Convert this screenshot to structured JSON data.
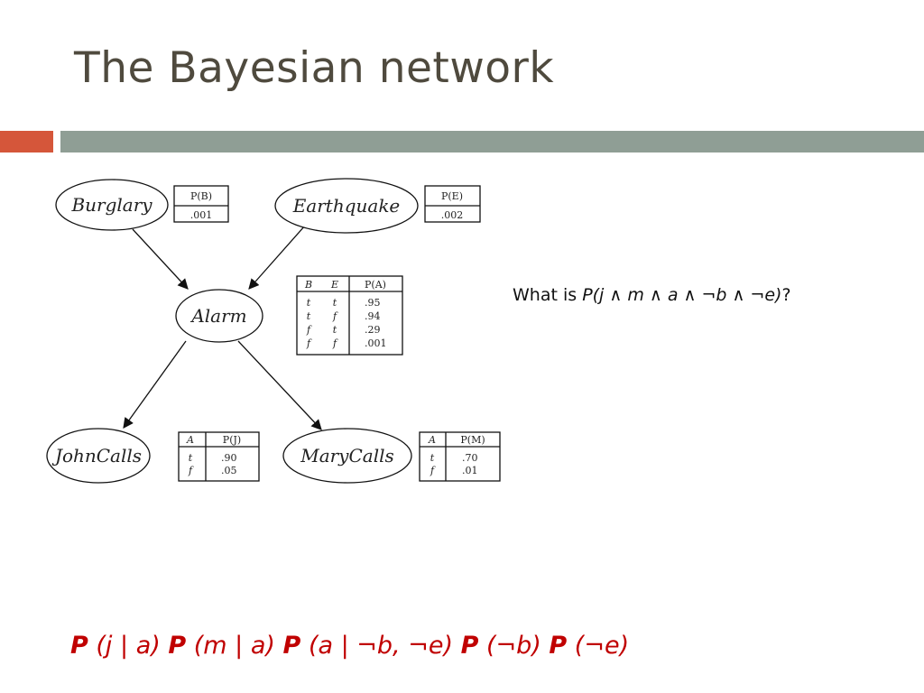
{
  "slide": {
    "title": "The Bayesian network",
    "accent_color": "#d5563a",
    "bar_color": "#8f9e95",
    "title_color": "#4f4a3e",
    "formula_color": "#c00000"
  },
  "network": {
    "nodes": {
      "burglary": "Burglary",
      "earthquake": "Earthquake",
      "alarm": "Alarm",
      "john": "JohnCalls",
      "mary": "MaryCalls"
    },
    "cpt_b": {
      "header": "P(B)",
      "value": ".001"
    },
    "cpt_e": {
      "header": "P(E)",
      "value": ".002"
    },
    "cpt_a": {
      "col_b": "B",
      "col_e": "E",
      "col_p": "P(A)",
      "rows": [
        {
          "b": "t",
          "e": "t",
          "p": ".95"
        },
        {
          "b": "t",
          "e": "f",
          "p": ".94"
        },
        {
          "b": "f",
          "e": "t",
          "p": ".29"
        },
        {
          "b": "f",
          "e": "f",
          "p": ".001"
        }
      ]
    },
    "cpt_j": {
      "col_a": "A",
      "col_p": "P(J)",
      "rows": [
        {
          "a": "t",
          "p": ".90"
        },
        {
          "a": "f",
          "p": ".05"
        }
      ]
    },
    "cpt_m": {
      "col_a": "A",
      "col_p": "P(M)",
      "rows": [
        {
          "a": "t",
          "p": ".70"
        },
        {
          "a": "f",
          "p": ".01"
        }
      ]
    }
  },
  "question": {
    "prefix": "What is ",
    "expr": "P(j ∧ m ∧ a ∧ ¬b ∧ ¬e)",
    "suffix": "?"
  },
  "formula": {
    "p1": "P",
    "t1": "(j | a)",
    "p2": "P",
    "t2": "(m | a)",
    "p3": "P",
    "t3": "(a | ¬b, ¬e)",
    "p4": "P",
    "t4": "(¬b)",
    "p5": "P",
    "t5": "(¬e)"
  }
}
